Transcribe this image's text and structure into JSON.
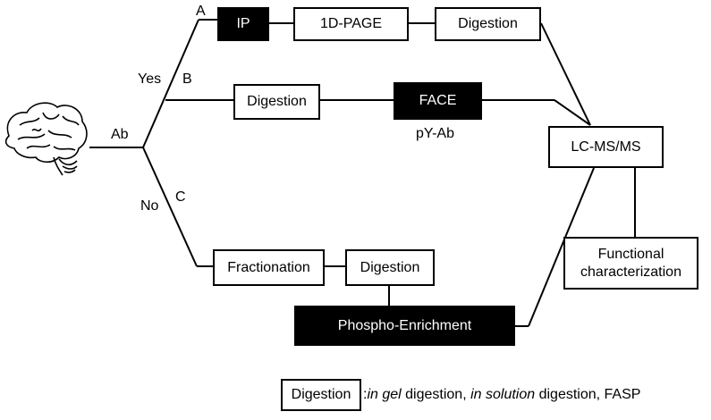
{
  "diagram": {
    "branch_labels": {
      "a": "A",
      "b": "B",
      "c": "C",
      "ab": "Ab",
      "yes": "Yes",
      "no": "No"
    },
    "nodes": {
      "ip": "IP",
      "page": "1D-PAGE",
      "digestion_a": "Digestion",
      "digestion_b": "Digestion",
      "face": "FACE",
      "face_sub": "pY-Ab",
      "lcms": "LC-MS/MS",
      "functional": "Functional characterization",
      "fractionation": "Fractionation",
      "digestion_c": "Digestion",
      "phospho": "Phospho-Enrichment"
    },
    "legend": {
      "box_label": "Digestion",
      "parts": [
        {
          "text": ":",
          "italic": false
        },
        {
          "text": "in gel",
          "italic": true
        },
        {
          "text": " digestion, ",
          "italic": false
        },
        {
          "text": "in solution",
          "italic": true
        },
        {
          "text": " digestion, FASP",
          "italic": false
        }
      ]
    },
    "colors": {
      "dark_fill": "#000000",
      "light_fill": "#ffffff",
      "stroke": "#000000"
    },
    "icon": "brain-icon"
  }
}
